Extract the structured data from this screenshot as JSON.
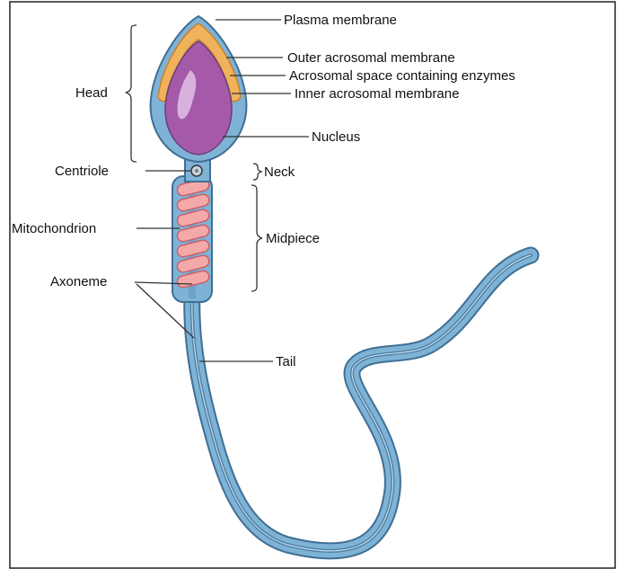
{
  "diagram": {
    "labels": {
      "plasma_membrane": "Plasma membrane",
      "outer_acrosomal_membrane": "Outer acrosomal membrane",
      "acrosomal_space": "Acrosomal space containing enzymes",
      "inner_acrosomal_membrane": "Inner acrosomal membrane",
      "nucleus": "Nucleus",
      "head": "Head",
      "centriole": "Centriole",
      "neck": "Neck",
      "mitochondrion": "Mitochondrion",
      "midpiece": "Midpiece",
      "axoneme": "Axoneme",
      "tail": "Tail"
    },
    "colors": {
      "membrane_blue": "#7fb3d6",
      "membrane_outline": "#3f6f94",
      "acrosome_orange": "#f0b25a",
      "nucleus_purple": "#a45aa8",
      "mitochondria_pink": "#f4a9a9",
      "mitochondria_stroke": "#c9606a"
    }
  }
}
